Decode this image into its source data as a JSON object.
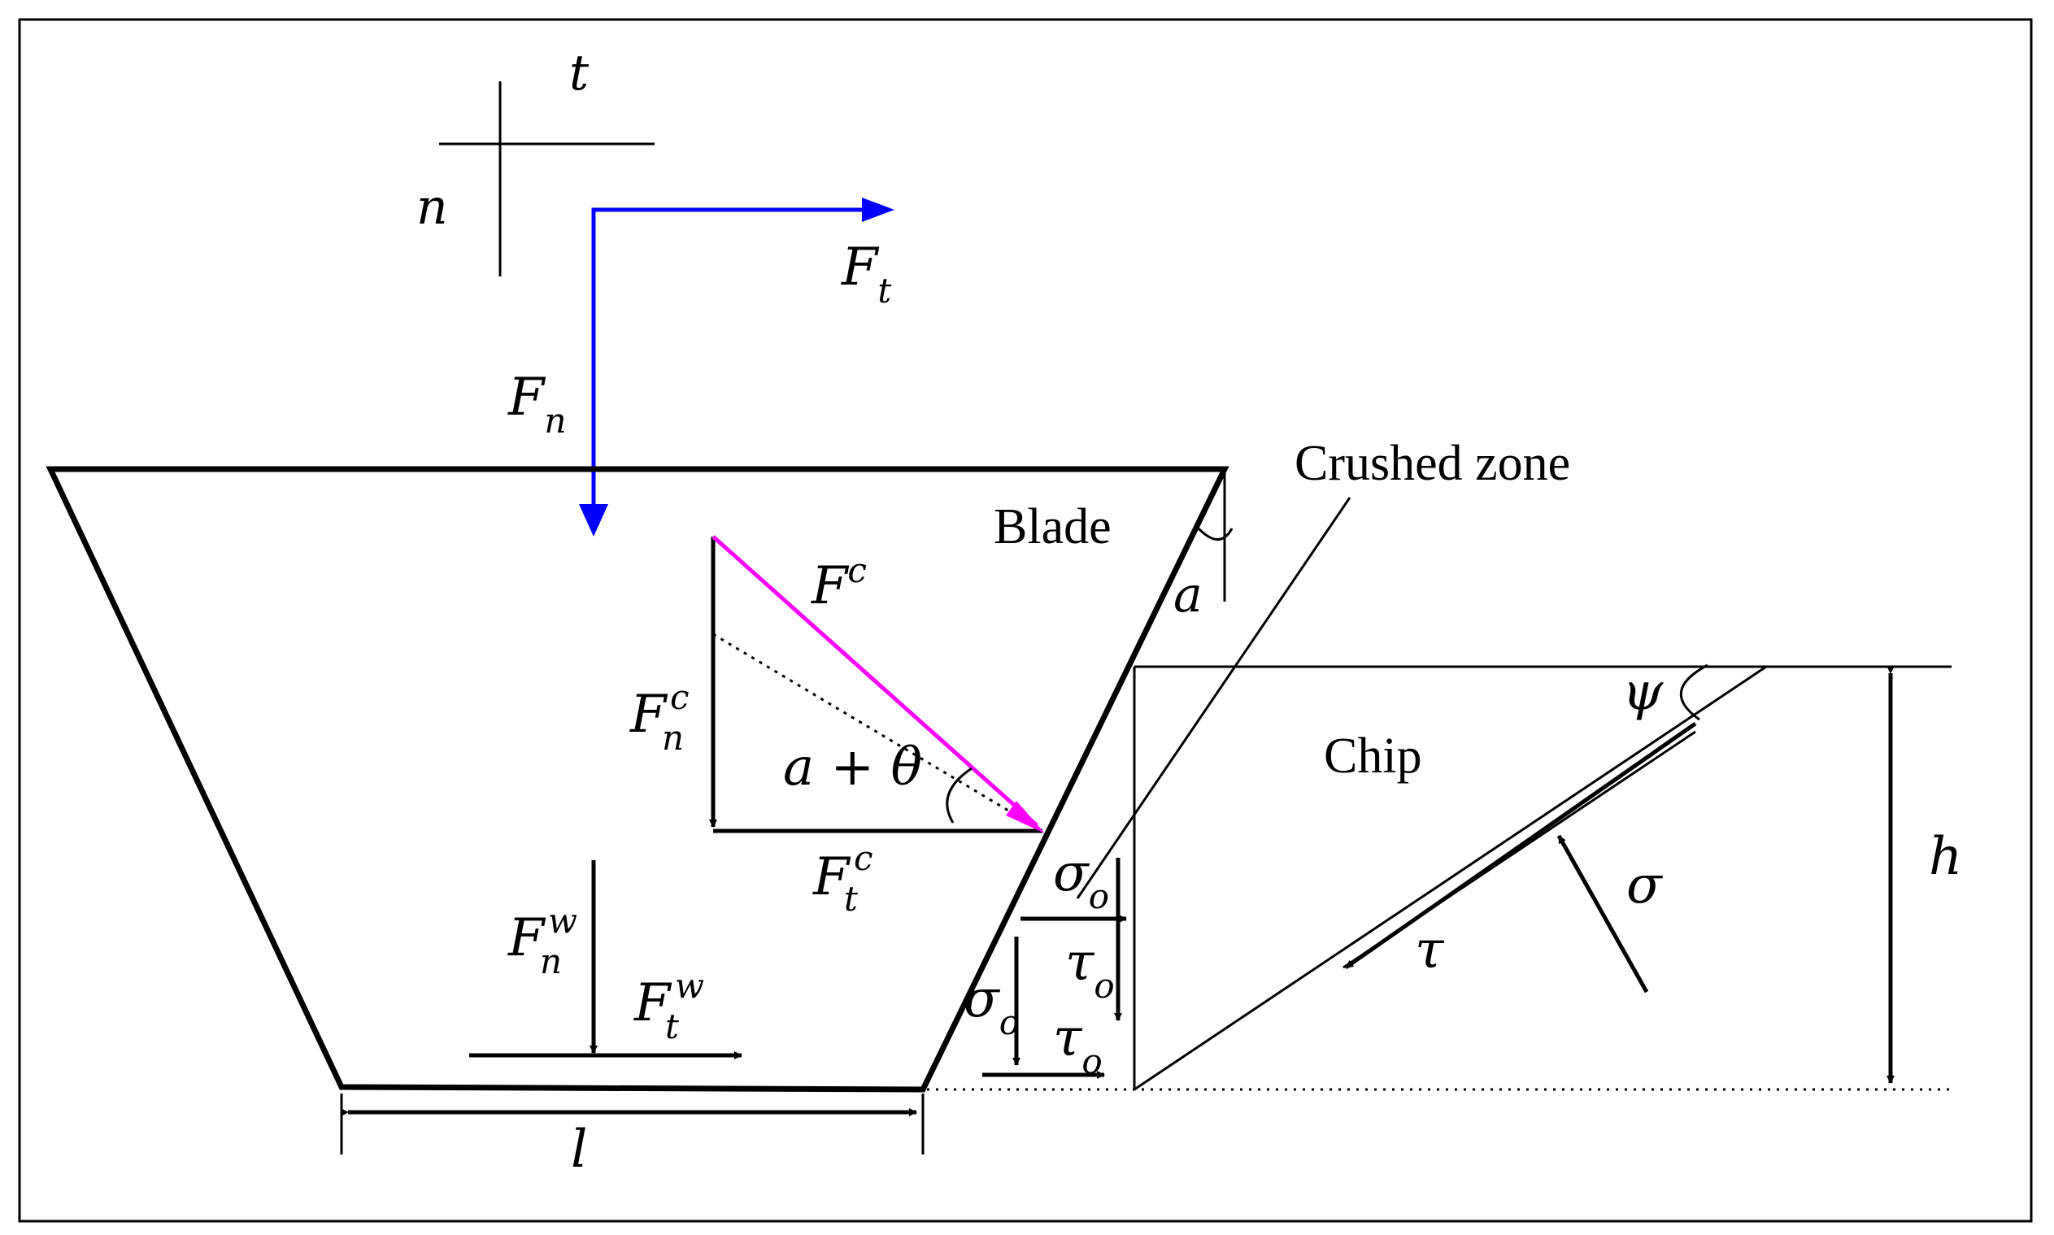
{
  "labels": {
    "axis_t": "t",
    "axis_n": "n",
    "F_t": {
      "base": "F",
      "sub": "t"
    },
    "F_n": {
      "base": "F",
      "sub": "n"
    },
    "crushed_zone": "Crushed zone",
    "blade": "Blade",
    "F_c": {
      "base": "F",
      "sup": "c"
    },
    "alpha": "a",
    "F_n_c": {
      "base": "F",
      "sup": "c",
      "sub": "n"
    },
    "a_plus_theta": "a + θ",
    "F_t_c": {
      "base": "F",
      "sup": "c",
      "sub": "t"
    },
    "chip": "Chip",
    "psi": "ψ",
    "h": "h",
    "sigma": "σ",
    "tau": "τ",
    "sigma_o_upper": {
      "base": "σ",
      "sub": "o"
    },
    "tau_o_upper": {
      "base": "τ",
      "sub": "o"
    },
    "sigma_o_lower": {
      "base": "σ",
      "sub": "o"
    },
    "tau_o_lower": {
      "base": "τ",
      "sub": "o"
    },
    "F_n_w": {
      "base": "F",
      "sup": "w",
      "sub": "n"
    },
    "F_t_w": {
      "base": "F",
      "sup": "w",
      "sub": "t"
    },
    "l": "l"
  },
  "colors": {
    "line": "#000000",
    "blade_force": "#0000ff",
    "cutting_force": "#ff00ff"
  }
}
